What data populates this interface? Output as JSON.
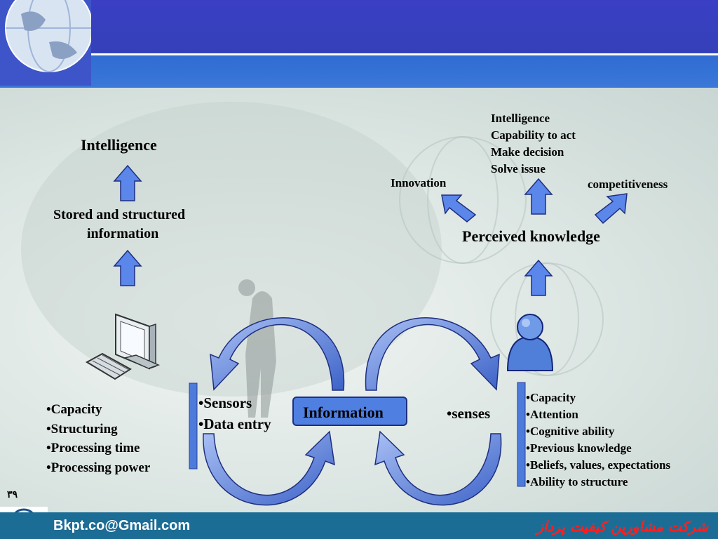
{
  "left_column": {
    "title": "Intelligence",
    "middle_line1": "Stored and structured",
    "middle_line2": "information",
    "items": [
      "•Capacity",
      "•Structuring",
      "•Processing time",
      "•Processing power"
    ]
  },
  "right_column": {
    "outcomes": [
      "Intelligence",
      "Capability to act",
      "Make decision",
      "Solve issue"
    ],
    "innovation": "Innovation",
    "competitiveness": "competitiveness",
    "perceived": "Perceived knowledge",
    "items": [
      "•Capacity",
      "•Attention",
      "•Cognitive ability",
      "•Previous knowledge",
      "•Beliefs, values, expectations",
      "•Ability to structure"
    ]
  },
  "center": {
    "information": "Information",
    "sensors": "•Sensors",
    "data_entry": "•Data entry",
    "senses": "•senses"
  },
  "page_number": "۳۹",
  "footer": {
    "email": "Bkpt.co@Gmail.com",
    "company": "شرکت مشاورین کیفیت پرداز"
  },
  "colors": {
    "header": "#3540b8",
    "arrow_fill": "#5b86ea",
    "footer": "#1c6d96",
    "company_text": "#ff2020"
  }
}
